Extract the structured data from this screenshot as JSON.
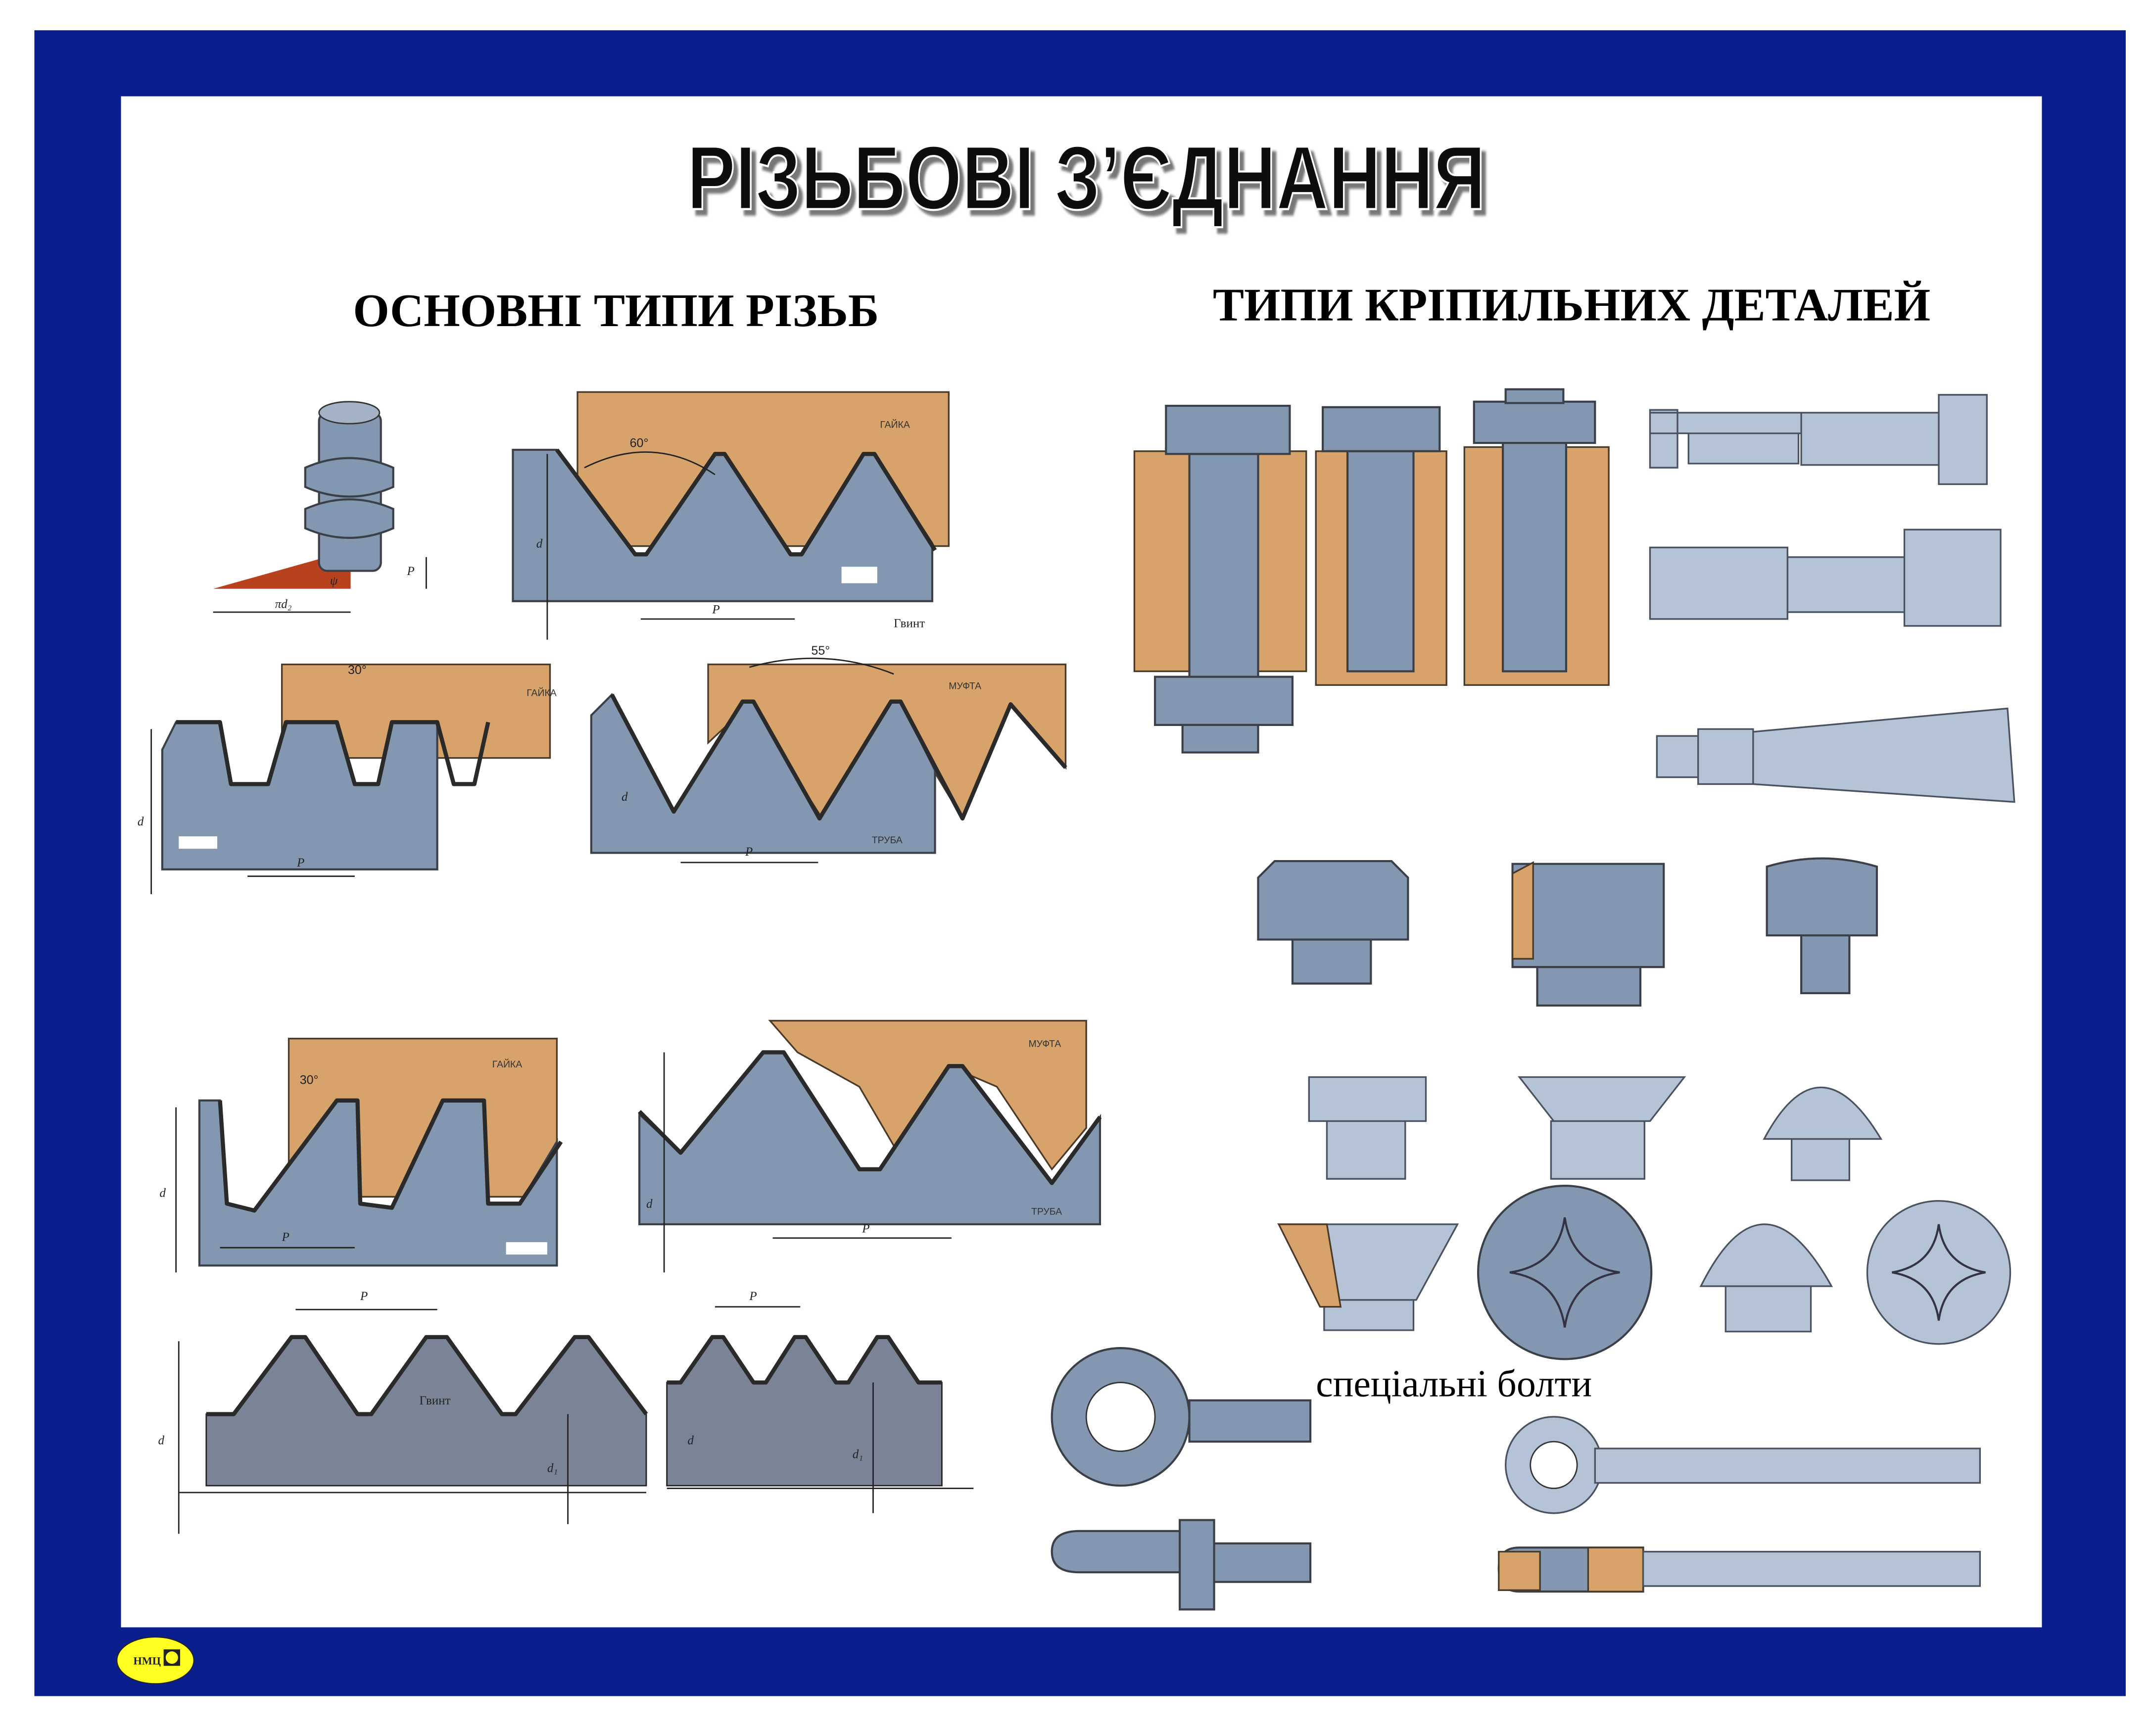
{
  "poster": {
    "title": "РІЗЬБОВІ З’ЄДНАННЯ",
    "left_heading": "ОСНОВНІ ТИПИ РІЗЬБ",
    "right_heading": "ТИПИ КРІПИЛЬНИХ ДЕТАЛЕЙ",
    "special_bolts_caption": "спеціальні болти",
    "logo_text": "НМЦ",
    "colors": {
      "frame": "#0a1e8e",
      "panel": "#ffffff",
      "metal": "#8397b0",
      "wood": "#d7a36b",
      "logo": "#ffff22"
    }
  },
  "threads": {
    "helix": {
      "pi_d2": "πd₂",
      "pitch": "P",
      "angle": "ψ"
    },
    "metric": {
      "angle": "60°",
      "nut": "ГАЙКА",
      "diameter": "d",
      "pitch": "P",
      "screw": "Гвинт"
    },
    "trapezoid": {
      "angle": "30°",
      "nut": "ГАЙКА",
      "diameter": "d",
      "pitch": "P"
    },
    "pipe": {
      "angle": "55°",
      "coupling": "МУФТА",
      "pipe": "ТРУБА",
      "diameter": "d",
      "pitch": "P"
    },
    "buttress": {
      "angle": "30°",
      "nut": "ГАЙКА",
      "diameter": "d",
      "pitch": "P"
    },
    "round": {
      "coupling": "МУФТА",
      "pipe": "ТРУБА",
      "diameter": "d",
      "pitch": "P"
    },
    "trapezoid_coarse": {
      "pitch": "P",
      "diameter": "d",
      "inner": "d₁",
      "screw": "Гвинт"
    },
    "trapezoid_fine": {
      "pitch": "P",
      "diameter": "d",
      "inner": "d₁"
    }
  }
}
